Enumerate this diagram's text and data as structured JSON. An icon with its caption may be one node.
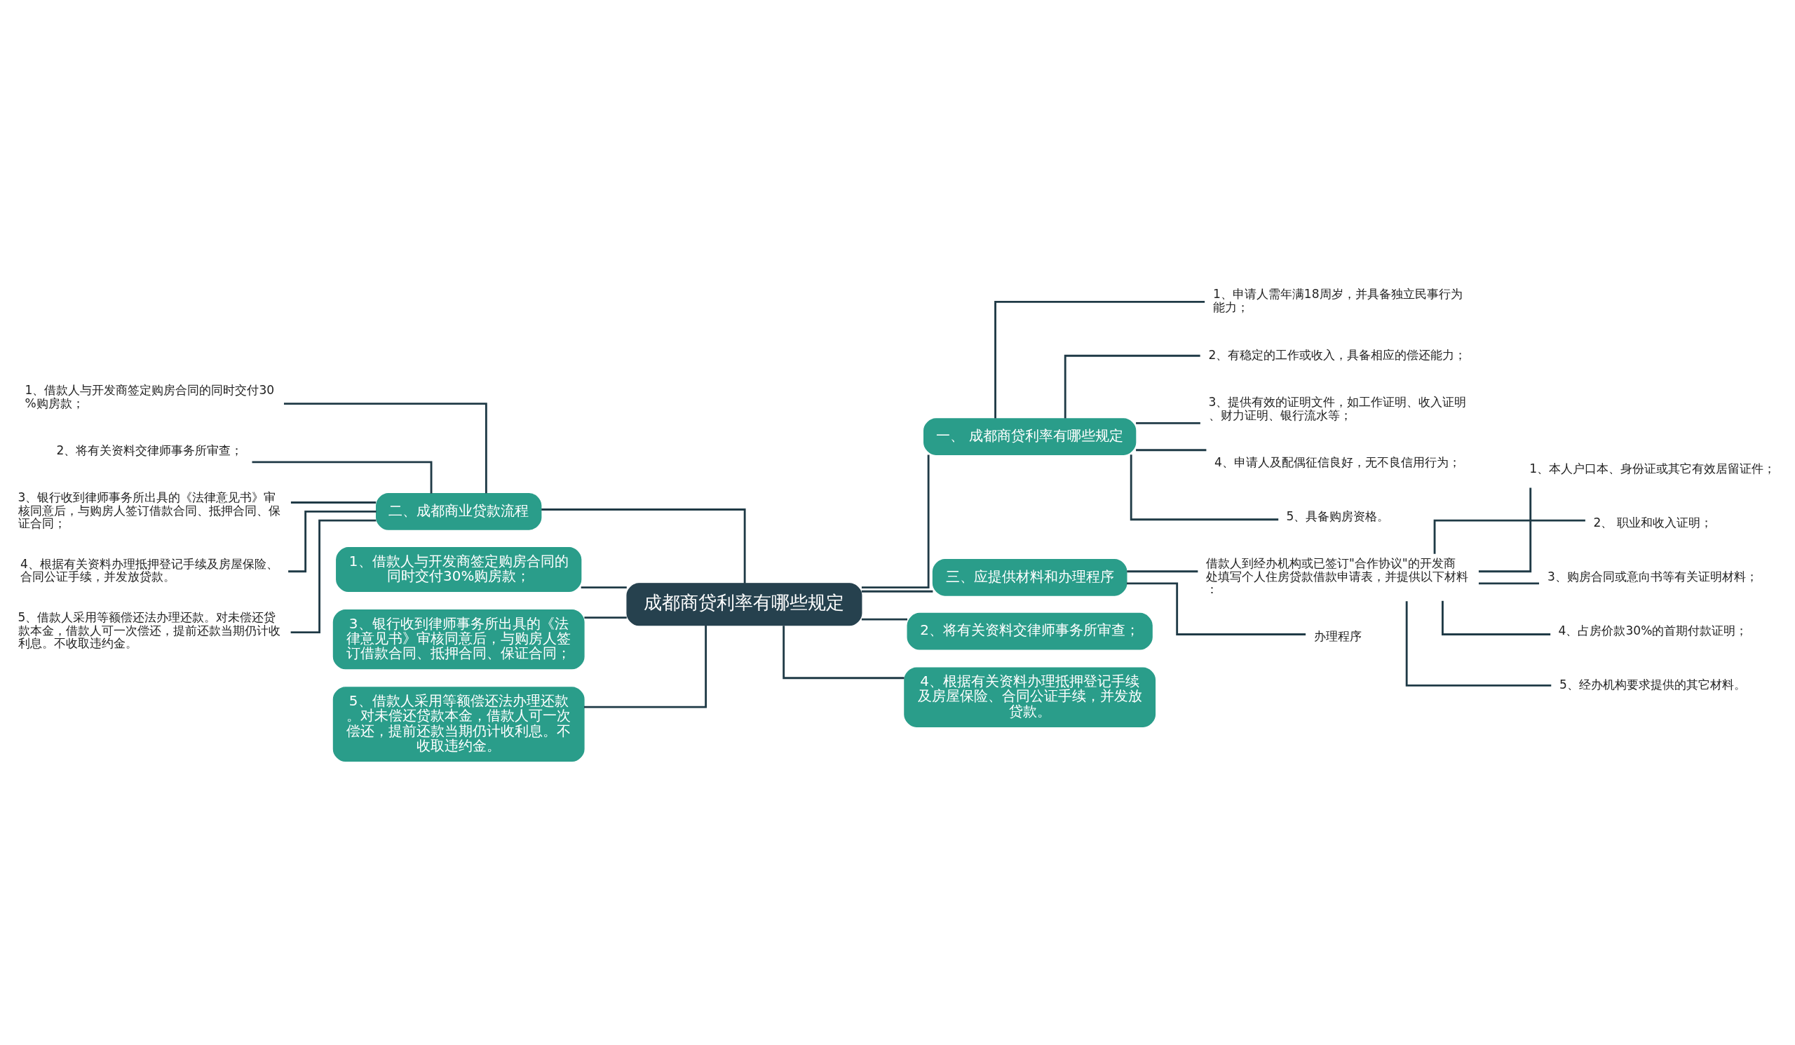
{
  "diagram": {
    "nodes": [
      {
        "text": [
          "成都商贷利率有哪些规定"
        ]
      },
      {
        "text": [
          "一、 成都商贷利率有哪些规定"
        ]
      },
      {
        "text": [
          "1、申请人需年满18周岁，并具备独立民事行为能力；"
        ]
      },
      {
        "text": [
          "2、有稳定的工作或收入，具备相应的偿还能力；"
        ]
      },
      {
        "text": [
          "3、提供有效的证明文件，如工作证明、收入证明、财力证明、银行流水等；"
        ]
      },
      {
        "text": [
          "4、申请人及配偶征信良好，无不良信用行为；"
        ]
      },
      {
        "text": [
          "5、具备购房资格。"
        ]
      },
      {
        "text": [
          "三、应提供材料和办理程序"
        ]
      },
      {
        "text": [
          "借款人到经办机构或已签订\"合作协议\"的开发商处填写个人住房贷款借款申请表，并提供以下材料："
        ]
      },
      {
        "text": [
          "1、本人户口本、身份证或其它有效居留证件；"
        ]
      },
      {
        "text": [
          "2、 职业和收入证明；"
        ]
      },
      {
        "text": [
          "3、购房合同或意向书等有关证明材料；"
        ]
      },
      {
        "text": [
          "4、占房价款30%的首期付款证明；"
        ]
      },
      {
        "text": [
          "5、经办机构要求提供的其它材料。"
        ]
      },
      {
        "text": [
          "办理程序"
        ]
      },
      {
        "text": [
          "2、将有关资料交律师事务所审查；"
        ]
      },
      {
        "text": [
          "4、根据有关资料办理抵押登记手续及房屋保险、合同公证手续，并发放贷款。"
        ]
      },
      {
        "text": [
          "二、成都商业贷款流程"
        ]
      },
      {
        "text": [
          "1、借款人与开发商签定购房合同的同时交付30%购房款；"
        ]
      },
      {
        "text": [
          "2、将有关资料交律师事务所审查；"
        ]
      },
      {
        "text": [
          "3、银行收到律师事务所出具的《法律意见书》审核同意后，与购房人签订借款合同、抵押合同、保证合同；"
        ]
      },
      {
        "text": [
          "4、根据有关资料办理抵押登记手续及房屋保险、合同公证手续，并发放贷款。"
        ]
      },
      {
        "text": [
          "5、借款人采用等额偿还法办理还款。对未偿还贷款本金，借款人可一次偿还，提前还款当期仍计收利息。不收取违约金。"
        ]
      },
      {
        "text": [
          "1、借款人与开发商签定购房合同的同时交付30%购房款；"
        ]
      },
      {
        "text": [
          "3、银行收到律师事务所出具的《法律意见书》审核同意后，与购房人签订借款合同、抵押合同、保证合同；"
        ]
      },
      {
        "text": [
          "5、借款人采用等额偿还法办理还款。对未偿还贷款本金，借款人可一次偿还，提前还款当期仍计收利息。不收取违约金。"
        ]
      }
    ],
    "edges": [
      {
        "from": 0,
        "to": 1,
        "arrow": "none"
      },
      {
        "from": 1,
        "to": 2,
        "arrow": "none"
      },
      {
        "from": 1,
        "to": 3,
        "arrow": "none"
      },
      {
        "from": 1,
        "to": 4,
        "arrow": "none"
      },
      {
        "from": 1,
        "to": 5,
        "arrow": "none"
      },
      {
        "from": 1,
        "to": 6,
        "arrow": "none"
      },
      {
        "from": 0,
        "to": 7,
        "arrow": "none"
      },
      {
        "from": 7,
        "to": 8,
        "arrow": "none"
      },
      {
        "from": 8,
        "to": 9,
        "arrow": "none"
      },
      {
        "from": 8,
        "to": 10,
        "arrow": "none"
      },
      {
        "from": 8,
        "to": 11,
        "arrow": "none"
      },
      {
        "from": 8,
        "to": 12,
        "arrow": "none"
      },
      {
        "from": 8,
        "to": 13,
        "arrow": "none"
      },
      {
        "from": 7,
        "to": 14,
        "arrow": "none"
      },
      {
        "from": 0,
        "to": 15,
        "arrow": "none"
      },
      {
        "from": 0,
        "to": 16,
        "arrow": "none"
      },
      {
        "from": 0,
        "to": 17,
        "arrow": "none"
      },
      {
        "from": 17,
        "to": 18,
        "arrow": "none"
      },
      {
        "from": 17,
        "to": 19,
        "arrow": "none"
      },
      {
        "from": 17,
        "to": 20,
        "arrow": "none"
      },
      {
        "from": 17,
        "to": 21,
        "arrow": "none"
      },
      {
        "from": 17,
        "to": 22,
        "arrow": "none"
      },
      {
        "from": 0,
        "to": 23,
        "arrow": "none"
      },
      {
        "from": 0,
        "to": 24,
        "arrow": "none"
      },
      {
        "from": 0,
        "to": 25,
        "arrow": "none"
      }
    ]
  }
}
